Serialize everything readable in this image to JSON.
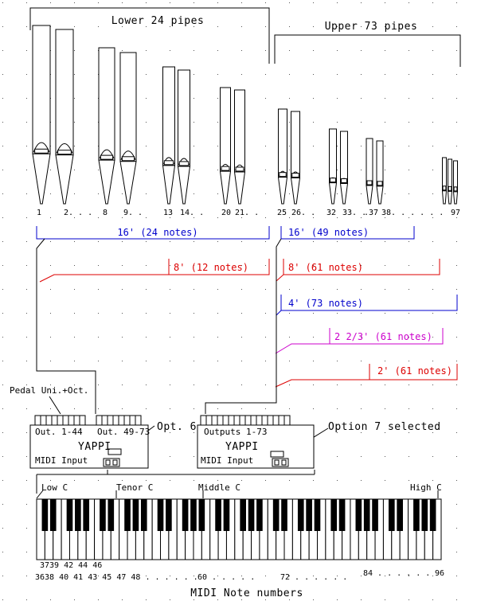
{
  "header": {
    "lower_title": "Lower 24 pipes",
    "upper_title": "Upper 73 pipes"
  },
  "pipe_numbers": {
    "n1": "1",
    "n2": "2. . .",
    "n8": "8",
    "n9": "9. .",
    "n13": "13",
    "n14": "14. .",
    "n20": "20",
    "n21": "21. .",
    "n25": "25",
    "n26": "26. .",
    "n32": "32",
    "n33": "33. .",
    "n37": ".37",
    "n38": "38. . . . . .",
    "n97": "97"
  },
  "ranks": {
    "r16_lower": "16' (24 notes)",
    "r16_upper": "16' (49 notes)",
    "r8_lower": "8' (12 notes)",
    "r8_upper": "8' (61 notes)",
    "r4": "4' (73 notes)",
    "r223": "2 2/3' (61 notes)",
    "r2": "2' (61 notes)"
  },
  "boards": {
    "pedal_label": "Pedal Uni.+Oct.",
    "left": {
      "out1": "Out. 1-44",
      "out2": "Out. 49-73",
      "name": "YAPPI",
      "midi": "MIDI Input",
      "option": "Opt. 6"
    },
    "right": {
      "out": "Outputs 1-73",
      "name": "YAPPI",
      "midi": "MIDI Input",
      "option": "Option 7 selected"
    }
  },
  "keyboard": {
    "low_c": "Low C",
    "tenor_c": "Tenor C",
    "middle_c": "Middle C",
    "high_c": "High C",
    "nums_row1": "3739   42 44 46",
    "nums_row2": "3638 40 41 43 45 47 48 . . . . . .",
    "n60": "60 . . . . .",
    "n72": "72 . . . . . .",
    "n84": "84 . . . . . .",
    "n96": "96",
    "caption": "MIDI Note numbers"
  },
  "colors": {
    "blue": "#0000cc",
    "red": "#dd0000",
    "magenta": "#cc00cc",
    "line": "#000000"
  }
}
